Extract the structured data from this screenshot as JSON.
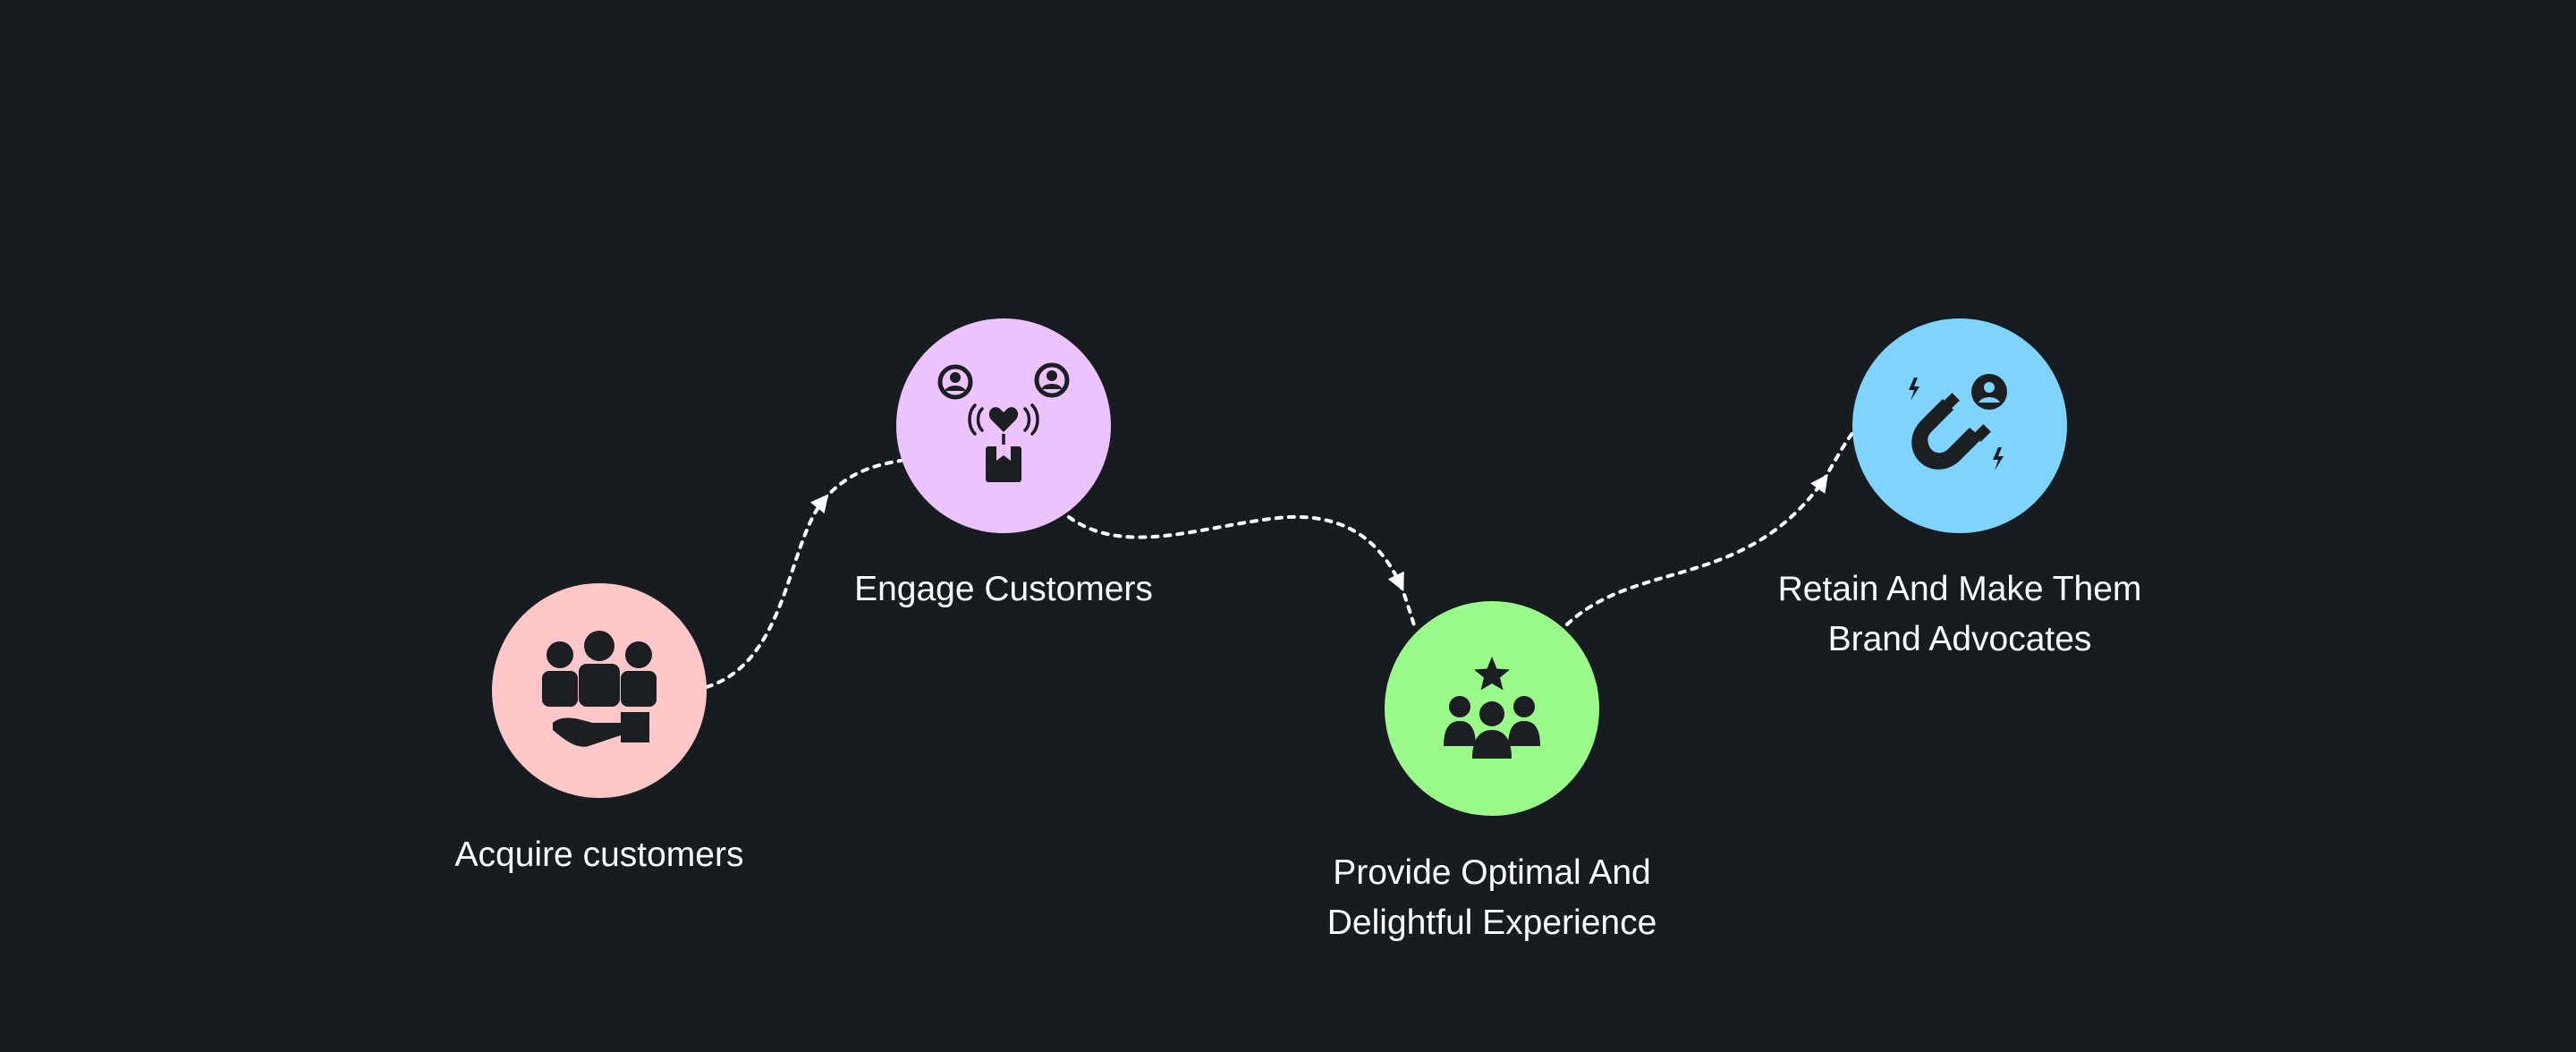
{
  "colors": {
    "background": "#161c1f",
    "connector": "#ffffff",
    "icon": "#1b1f22"
  },
  "steps": [
    {
      "label": "Acquire customers",
      "color": "#ffc7c7",
      "icon": "hand-holding-people-icon"
    },
    {
      "label": "Engage Customers",
      "color": "#ecc3ff",
      "icon": "engagement-icon"
    },
    {
      "label": "Provide Optimal And\nDelightful Experience",
      "color": "#9afb8a",
      "icon": "star-group-icon"
    },
    {
      "label": "Retain And Make Them\nBrand Advocates",
      "color": "#7fd3ff",
      "icon": "magnet-user-icon"
    }
  ]
}
